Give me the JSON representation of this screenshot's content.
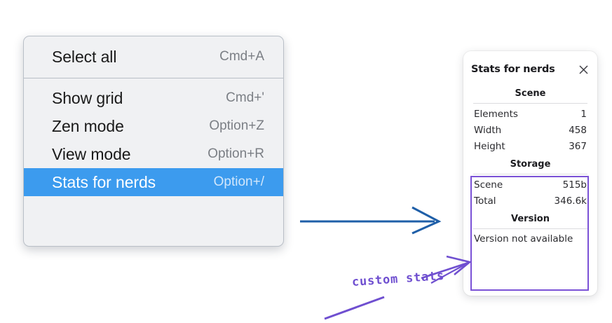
{
  "menu": {
    "groups": [
      {
        "items": [
          {
            "label": "Select all",
            "shortcut": "Cmd+A",
            "selected": false
          }
        ]
      },
      {
        "items": [
          {
            "label": "Show grid",
            "shortcut": "Cmd+'",
            "selected": false
          },
          {
            "label": "Zen mode",
            "shortcut": "Option+Z",
            "selected": false
          },
          {
            "label": "View mode",
            "shortcut": "Option+R",
            "selected": false
          },
          {
            "label": "Stats for nerds",
            "shortcut": "Option+/",
            "selected": true
          }
        ]
      }
    ],
    "highlight_color": "#3c9bee"
  },
  "stats_panel": {
    "title": "Stats for nerds",
    "close_icon": "close-icon",
    "sections": [
      {
        "heading": "Scene",
        "rows": [
          {
            "label": "Elements",
            "value": "1"
          },
          {
            "label": "Width",
            "value": "458"
          },
          {
            "label": "Height",
            "value": "367"
          }
        ]
      },
      {
        "heading": "Storage",
        "rows": [
          {
            "label": "Scene",
            "value": "515b"
          },
          {
            "label": "Total",
            "value": "346.6k"
          }
        ]
      },
      {
        "heading": "Version",
        "note": "Version not available"
      }
    ],
    "highlight_outline_color": "#7b52d6"
  },
  "annotations": {
    "callout_text": "custom stats",
    "callout_color": "#6f4fd0",
    "arrow_color": "#1f5fa8"
  }
}
